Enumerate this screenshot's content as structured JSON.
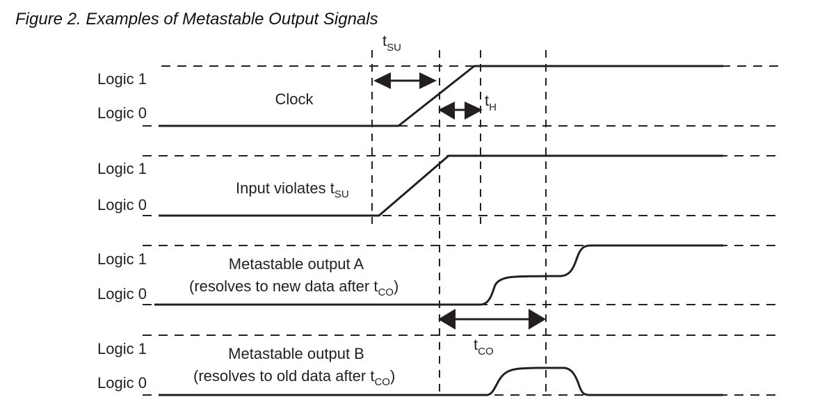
{
  "figure": {
    "title": "Figure 2. Examples of Metastable Output Signals"
  },
  "levels": {
    "logic1": "Logic 1",
    "logic0": "Logic 0"
  },
  "signals": [
    {
      "name": "Clock",
      "line1": "Clock",
      "line2": ""
    },
    {
      "name": "Input",
      "line1_main": "Input violates t",
      "line1_sub": "SU"
    },
    {
      "name": "Metastable output A",
      "line1": "Metastable output A",
      "line2_main": "(resolves to new data after t",
      "line2_sub": "CO",
      "line2_end": ")"
    },
    {
      "name": "Metastable output B",
      "line1": "Metastable output B",
      "line2_main": "(resolves to old data after t",
      "line2_sub": "CO",
      "line2_end": ")"
    }
  ],
  "timing": {
    "tsu": {
      "main": "t",
      "sub": "SU"
    },
    "th": {
      "main": "t",
      "sub": "H"
    },
    "tco": {
      "main": "t",
      "sub": "CO"
    }
  },
  "colors": {
    "line": "#231f20",
    "background": "#ffffff"
  }
}
